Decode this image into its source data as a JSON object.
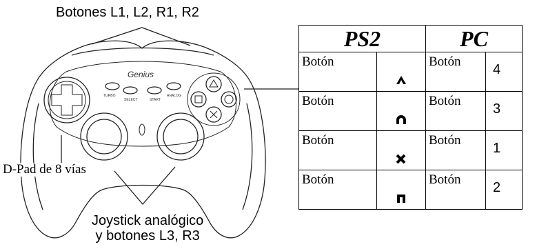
{
  "labels": {
    "top": "Botones L1, L2, R1, R2",
    "dpad": "D-Pad de 8 vías",
    "joystick_line1": "Joystick analógico",
    "joystick_line2": "y botones L3, R3"
  },
  "controller": {
    "brand": "Genius",
    "small_labels": [
      "TURBO",
      "SELECT",
      "START",
      "ANALOG"
    ]
  },
  "table": {
    "header_ps2": "PS2",
    "header_pc": "PC",
    "rows": [
      {
        "ps2": "Botón",
        "symbol": "triangle-icon",
        "pc": "Botón",
        "number": "4"
      },
      {
        "ps2": "Botón",
        "symbol": "circle-icon",
        "pc": "Botón",
        "number": "3"
      },
      {
        "ps2": "Botón",
        "symbol": "cross-icon",
        "pc": "Botón",
        "number": "1"
      },
      {
        "ps2": "Botón",
        "symbol": "square-icon",
        "pc": "Botón",
        "number": "2"
      }
    ]
  }
}
